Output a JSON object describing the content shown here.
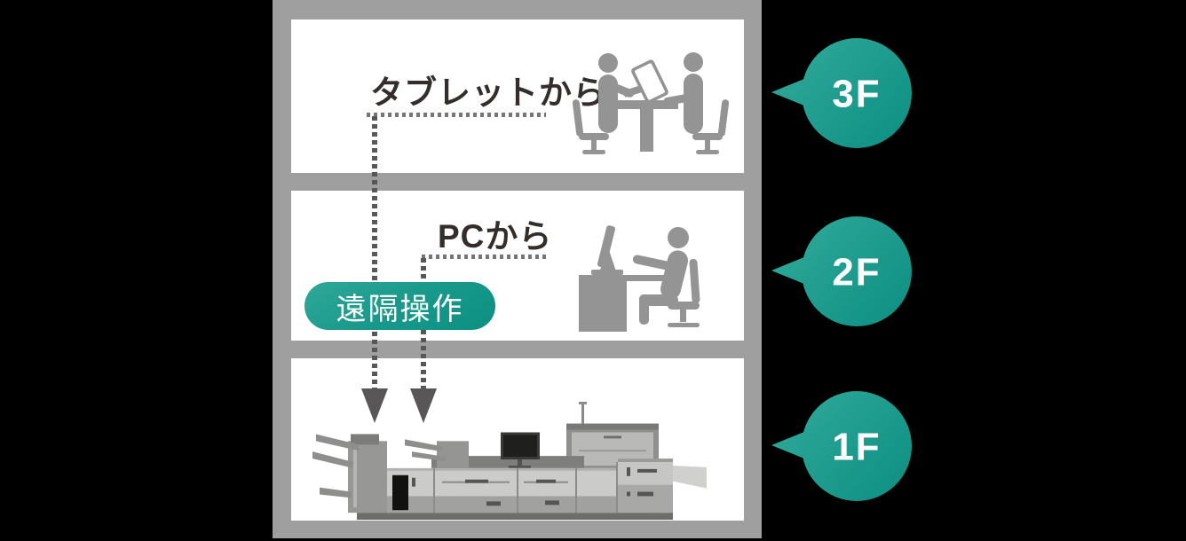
{
  "diagram": {
    "title_note": "",
    "remote_pill": {
      "label": "遠隔操作"
    },
    "floors": [
      {
        "badge": "3F",
        "label": "タブレットから",
        "icon": "tablet-meeting-icon"
      },
      {
        "badge": "2F",
        "label": "PCから",
        "icon": "pc-desk-icon"
      },
      {
        "badge": "1F",
        "icon": "production-printer-icon"
      }
    ],
    "colors": {
      "background": "#000000",
      "building_gray": "#9f9fa0",
      "panel_white": "#ffffff",
      "badge_teal_light": "#2fa899",
      "badge_teal_dark": "#0c8f82",
      "label_text": "#332e2c",
      "pill_text": "#ffffff",
      "dotted_line_dark": "#585656",
      "dotted_line_light": "#767474",
      "icon_gray": "#949494"
    }
  }
}
